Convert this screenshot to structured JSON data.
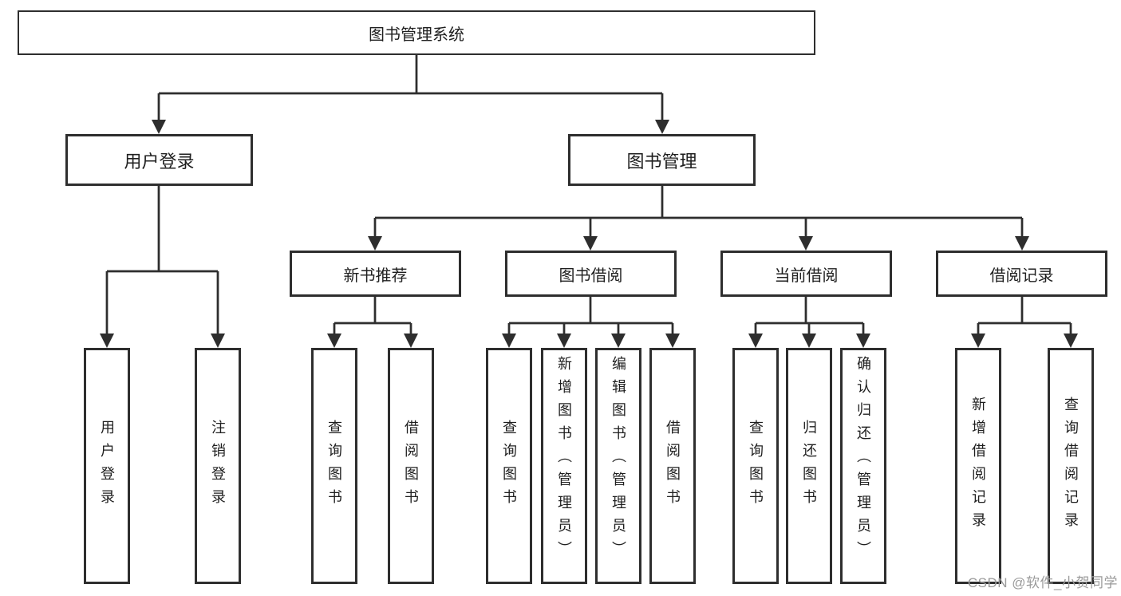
{
  "diagram": {
    "root": {
      "label": "图书管理系统"
    },
    "branches": [
      {
        "label": "用户登录"
      },
      {
        "label": "图书管理"
      }
    ],
    "sections": [
      {
        "label": "新书推荐",
        "parent": "图书管理"
      },
      {
        "label": "图书借阅",
        "parent": "图书管理"
      },
      {
        "label": "当前借阅",
        "parent": "图书管理"
      },
      {
        "label": "借阅记录",
        "parent": "图书管理"
      }
    ],
    "leaves": [
      {
        "label": "用户登录",
        "parent": "用户登录"
      },
      {
        "label": "注销登录",
        "parent": "用户登录"
      },
      {
        "label": "查询图书",
        "parent": "新书推荐"
      },
      {
        "label": "借阅图书",
        "parent": "新书推荐"
      },
      {
        "label": "查询图书",
        "parent": "图书借阅"
      },
      {
        "label": "新增图书（管理员）",
        "parent": "图书借阅"
      },
      {
        "label": "编辑图书（管理员）",
        "parent": "图书借阅"
      },
      {
        "label": "借阅图书",
        "parent": "图书借阅"
      },
      {
        "label": "查询图书",
        "parent": "当前借阅"
      },
      {
        "label": "归还图书",
        "parent": "当前借阅"
      },
      {
        "label": "确认归还（管理员）",
        "parent": "当前借阅"
      },
      {
        "label": "新增借阅记录",
        "parent": "借阅记录"
      },
      {
        "label": "查询借阅记录",
        "parent": "借阅记录"
      }
    ],
    "watermark": "CSDN @软件_小贺同学",
    "colors": {
      "line": "#2e2e2e",
      "box_border": "#2e2e2e",
      "text": "#1f1f1f",
      "watermark": "#9a9a9a",
      "background": "#ffffff"
    }
  }
}
